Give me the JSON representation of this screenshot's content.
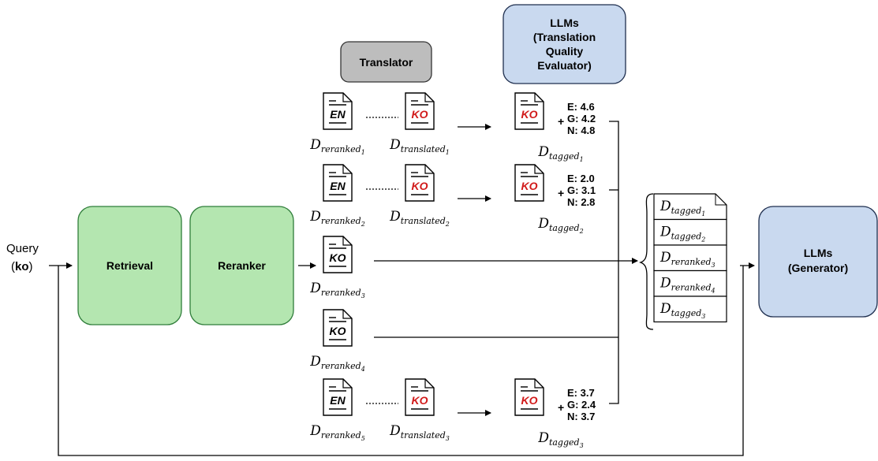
{
  "query": {
    "label": "Query",
    "lang_open": "(",
    "lang": "ko",
    "lang_close": ")"
  },
  "retrieval": {
    "label": "Retrieval"
  },
  "reranker": {
    "label": "Reranker"
  },
  "translator": {
    "label": "Translator"
  },
  "evaluator": {
    "lines": [
      "LLMs",
      "(Translation",
      "Quality",
      "Evaluator)"
    ]
  },
  "generator": {
    "lines": [
      "LLMs",
      "(Generator)"
    ]
  },
  "colors": {
    "green": "#b4e6b0",
    "green_border": "#2f7d3a",
    "blue": "#c9d9ef",
    "blue_border": "#1e2e4e",
    "gray": "#bdbdbd",
    "red": "#d11a1a"
  },
  "documents": [
    {
      "source_lang": "EN",
      "source_label": {
        "base": "D",
        "sub": "reranked",
        "subsub": "1"
      },
      "translated_lang": "KO",
      "translated_label": {
        "base": "D",
        "sub": "translated",
        "subsub": "1"
      },
      "tagged_lang": "KO",
      "tagged_label": {
        "base": "D",
        "sub": "tagged",
        "subsub": "1"
      },
      "scores": [
        "E: 4.6",
        "G: 4.2",
        "N: 4.8"
      ]
    },
    {
      "source_lang": "EN",
      "source_label": {
        "base": "D",
        "sub": "reranked",
        "subsub": "2"
      },
      "translated_lang": "KO",
      "translated_label": {
        "base": "D",
        "sub": "translated",
        "subsub": "2"
      },
      "tagged_lang": "KO",
      "tagged_label": {
        "base": "D",
        "sub": "tagged",
        "subsub": "2"
      },
      "scores": [
        "E: 2.0",
        "G: 3.1",
        "N: 2.8"
      ]
    },
    {
      "source_lang": "KO",
      "source_label": {
        "base": "D",
        "sub": "reranked",
        "subsub": "3"
      }
    },
    {
      "source_lang": "KO",
      "source_label": {
        "base": "D",
        "sub": "reranked",
        "subsub": "4"
      }
    },
    {
      "source_lang": "EN",
      "source_label": {
        "base": "D",
        "sub": "reranked",
        "subsub": "5"
      },
      "translated_lang": "KO",
      "translated_label": {
        "base": "D",
        "sub": "translated",
        "subsub": "3"
      },
      "tagged_lang": "KO",
      "tagged_label": {
        "base": "D",
        "sub": "tagged",
        "subsub": "3"
      },
      "scores": [
        "E: 3.7",
        "G: 2.4",
        "N: 3.7"
      ]
    }
  ],
  "plus_sign": "+",
  "stack": [
    {
      "base": "D",
      "sub": "tagged",
      "subsub": "1"
    },
    {
      "base": "D",
      "sub": "tagged",
      "subsub": "2"
    },
    {
      "base": "D",
      "sub": "reranked",
      "subsub": "3"
    },
    {
      "base": "D",
      "sub": "reranked",
      "subsub": "4"
    },
    {
      "base": "D",
      "sub": "tagged",
      "subsub": "3"
    }
  ]
}
